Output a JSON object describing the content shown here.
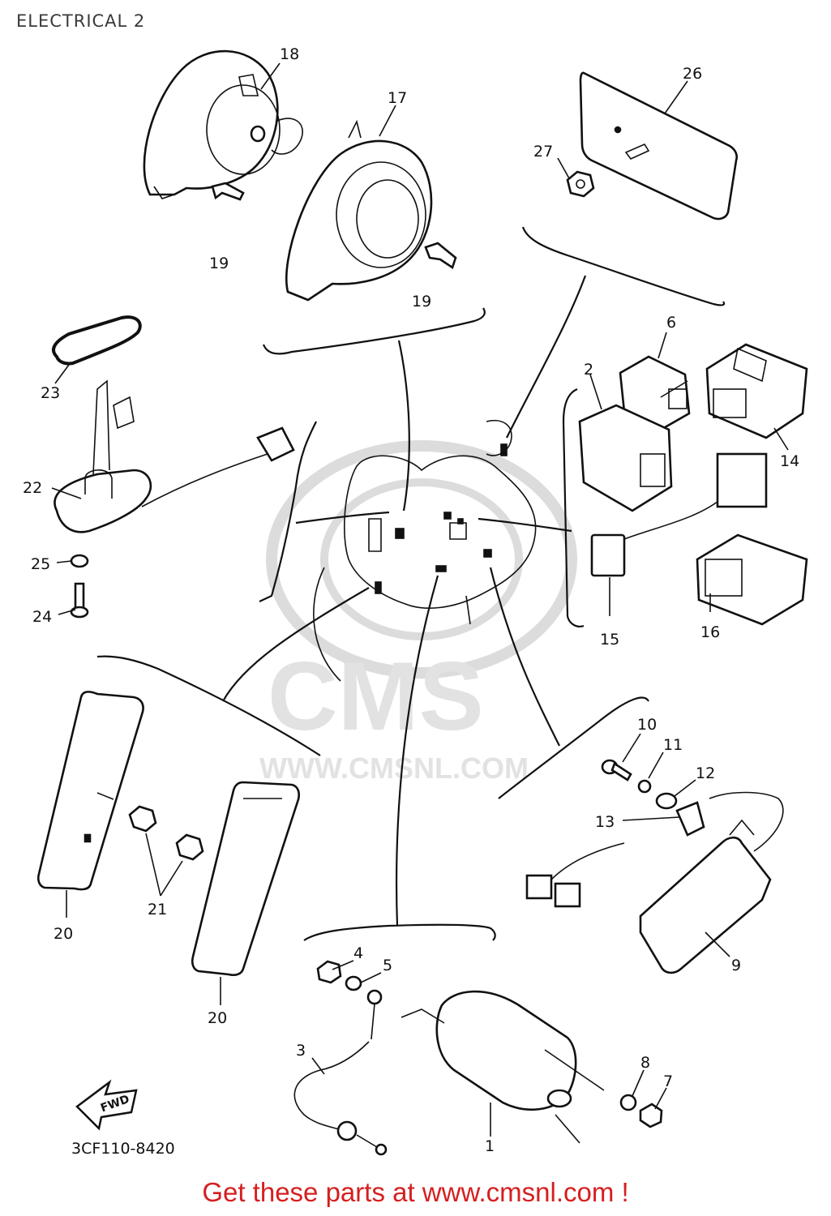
{
  "page": {
    "title": "ELECTRICAL 2",
    "drawing_code": "3CF110-8420",
    "fwd_label": "FWD",
    "footer_text": "Get these parts at www.cmsnl.com !"
  },
  "watermark": {
    "brand": "CMS",
    "url": "WWW.CMSNL.COM"
  },
  "callouts": {
    "c1": "1",
    "c2": "2",
    "c3": "3",
    "c4": "4",
    "c5": "5",
    "c6": "6",
    "c7": "7",
    "c8": "8",
    "c9": "9",
    "c10": "10",
    "c11": "11",
    "c12": "12",
    "c13": "13",
    "c14": "14",
    "c15": "15",
    "c16": "16",
    "c17": "17",
    "c18": "18",
    "c19a": "19",
    "c19b": "19",
    "c20a": "20",
    "c20b": "20",
    "c21": "21",
    "c22": "22",
    "c23": "23",
    "c24": "24",
    "c25": "25",
    "c26": "26",
    "c27": "27"
  },
  "colors": {
    "footer": "#d51f1f",
    "line_art": "#111111",
    "watermark": "#e4e4e4"
  }
}
